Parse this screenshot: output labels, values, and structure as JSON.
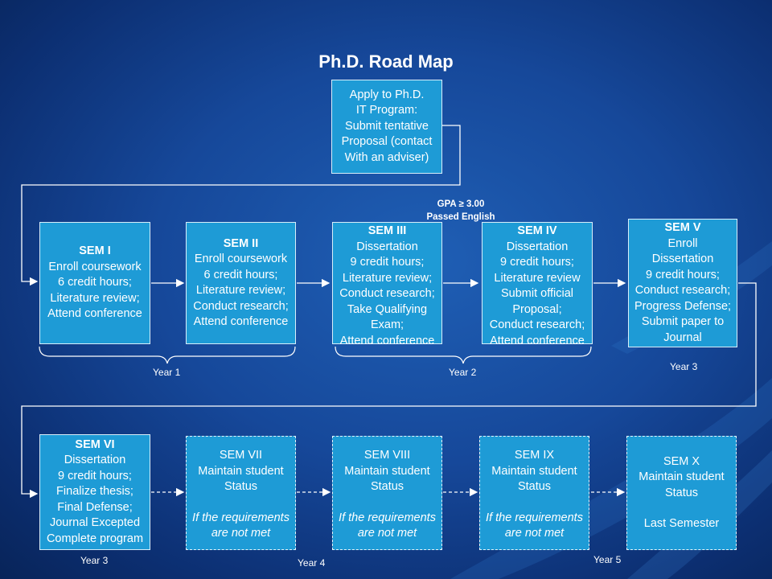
{
  "title": "Ph.D. Road Map",
  "apply": [
    "Apply to Ph.D.",
    "IT Program:",
    "Submit tentative",
    "Proposal (contact",
    "With an adviser)"
  ],
  "gpa": [
    "GPA ≥ 3.00",
    "Passed English"
  ],
  "sem1": {
    "head": "SEM I",
    "lines": [
      "Enroll coursework",
      "6 credit hours;",
      "Literature review;",
      "Attend conference"
    ]
  },
  "sem2": {
    "head": "SEM II",
    "lines": [
      "Enroll coursework",
      "6 credit hours;",
      "Literature review;",
      "Conduct research;",
      "Attend conference"
    ]
  },
  "sem3": {
    "head": "SEM III",
    "lines": [
      "Dissertation",
      "9 credit hours;",
      "Literature review;",
      "Conduct research;",
      "Take Qualifying",
      "Exam;",
      "Attend conference"
    ]
  },
  "sem4": {
    "head": "SEM IV",
    "lines": [
      "Dissertation",
      "9 credit hours;",
      "Literature review",
      "Submit official",
      "Proposal;",
      "Conduct research;",
      "Attend conference"
    ]
  },
  "sem5": {
    "head": "SEM V",
    "lines": [
      "Enroll",
      "Dissertation",
      "9 credit hours;",
      "Conduct research;",
      "Progress Defense;",
      "Submit paper to",
      "Journal"
    ]
  },
  "sem6": {
    "head": "SEM VI",
    "lines": [
      "Dissertation",
      "9 credit hours;",
      "Finalize thesis;",
      "Final Defense;",
      "Journal Excepted",
      "Complete program"
    ]
  },
  "sem7": {
    "lines": [
      "SEM VII",
      "Maintain student",
      "Status"
    ],
    "italic": [
      "If the requirements",
      "are not met"
    ]
  },
  "sem8": {
    "lines": [
      "SEM VIII",
      "Maintain student",
      "Status"
    ],
    "italic": [
      "If the requirements",
      "are not met"
    ]
  },
  "sem9": {
    "lines": [
      "SEM IX",
      "Maintain student",
      "Status"
    ],
    "italic": [
      "If the requirements",
      "are not met"
    ]
  },
  "sem10": {
    "lines": [
      "SEM X",
      "Maintain student",
      "Status"
    ],
    "last": "Last Semester"
  },
  "years": {
    "year1": "Year 1",
    "year2": "Year 2",
    "year3a": "Year 3",
    "year3b": "Year 3",
    "year4": "Year 4",
    "year5": "Year 5"
  }
}
